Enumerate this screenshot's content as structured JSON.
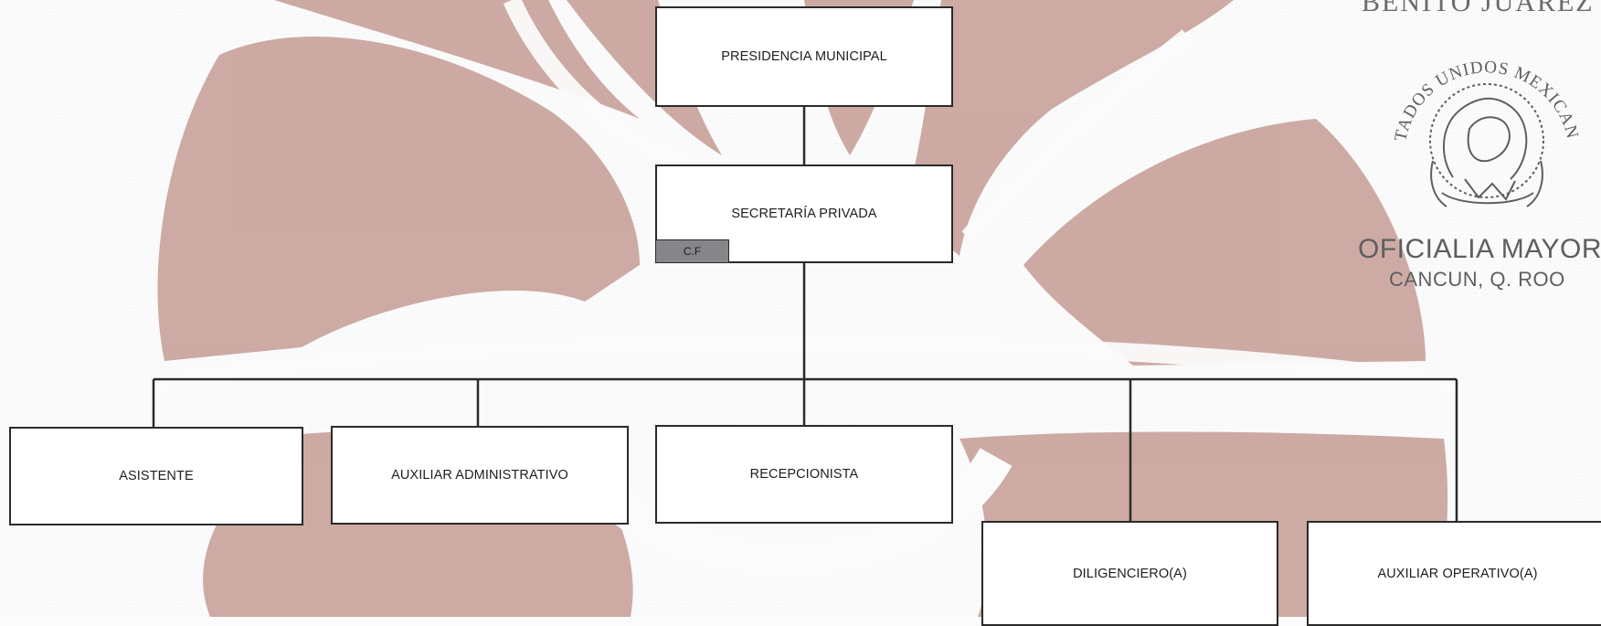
{
  "org_chart": {
    "root": {
      "label": "PRESIDENCIA MUNICIPAL"
    },
    "secretary": {
      "label": "SECRETARÍA PRIVADA",
      "badge": "C.F"
    },
    "staff": [
      {
        "label": "ASISTENTE"
      },
      {
        "label": "AUXILIAR ADMINISTRATIVO"
      },
      {
        "label": "RECEPCIONISTA"
      },
      {
        "label": "DILIGENCIERO(A)"
      },
      {
        "label": "AUXILIAR OPERATIVO(A)"
      }
    ]
  },
  "stamp": {
    "top_text": "BENITO JUÁREZ",
    "seal_ring_text": "ESTADOS UNIDOS MEXICANOS",
    "office": "OFICIALIA MAYOR",
    "city": "CANCUN, Q. ROO"
  },
  "colors": {
    "watermark": "#c9a49c",
    "box_border": "#2a2a2a",
    "badge_fill": "#86868a",
    "stamp_ink": "#5e5e5e"
  }
}
